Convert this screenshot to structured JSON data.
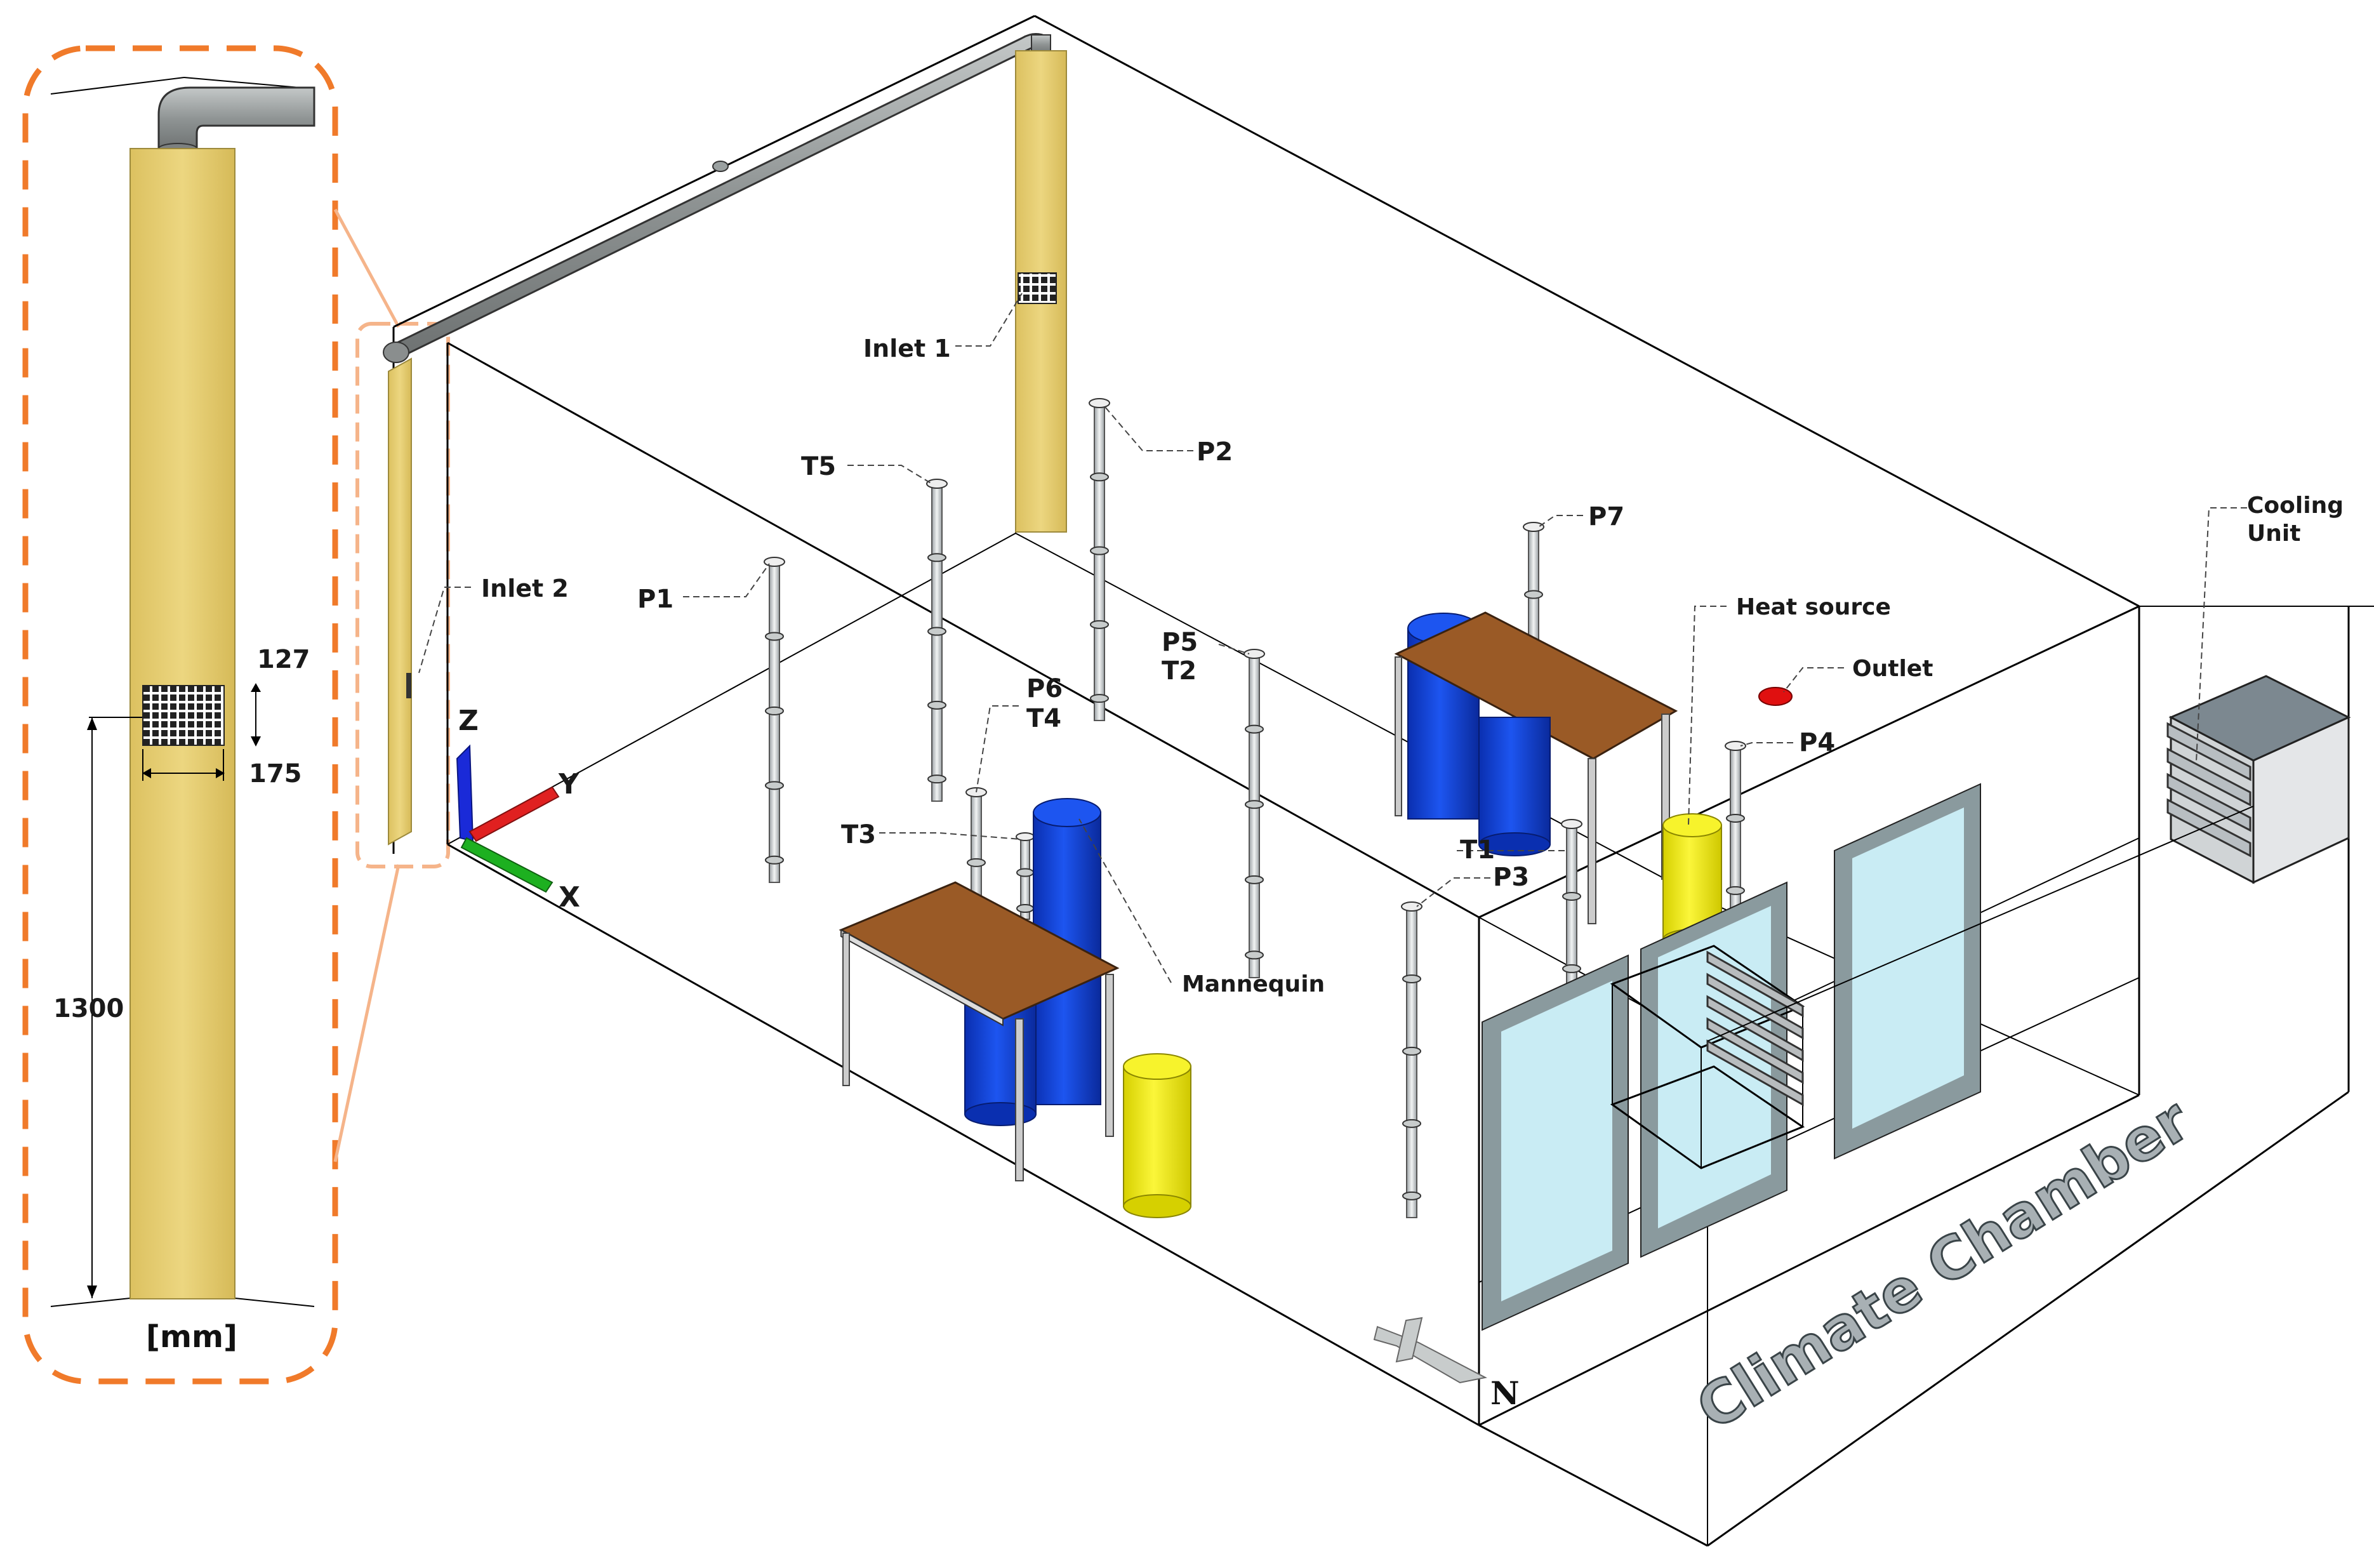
{
  "inset": {
    "dim_grille_height": "127",
    "dim_grille_width": "175",
    "dim_height": "1300",
    "unit": "[mm]"
  },
  "axes": {
    "z": "Z",
    "y": "Y",
    "x": "X"
  },
  "labels": {
    "inlet1": "Inlet 1",
    "inlet2": "Inlet 2",
    "p1": "P1",
    "p2": "P2",
    "p3": "P3",
    "p4": "P4",
    "p5": "P5",
    "p6": "P6",
    "p7": "P7",
    "t1": "T1",
    "t2": "T2",
    "t3": "T3",
    "t4": "T4",
    "t5": "T5",
    "heat_source": "Heat source",
    "outlet": "Outlet",
    "mannequin": "Mannequin",
    "cooling_unit_1": "Cooling",
    "cooling_unit_2": "Unit",
    "chamber": "Climate Chamber",
    "north": "N"
  },
  "colors": {
    "inset_border": "#f07a2a",
    "column": "#e8cf75",
    "mannequin": "#1040d8",
    "heat_source": "#f2ee10",
    "table_top": "#9a5a26",
    "glass": "#c9ecf4",
    "frame": "#8a9a9e",
    "outlet": "#e01010",
    "pipe": "#9aa0a0"
  }
}
